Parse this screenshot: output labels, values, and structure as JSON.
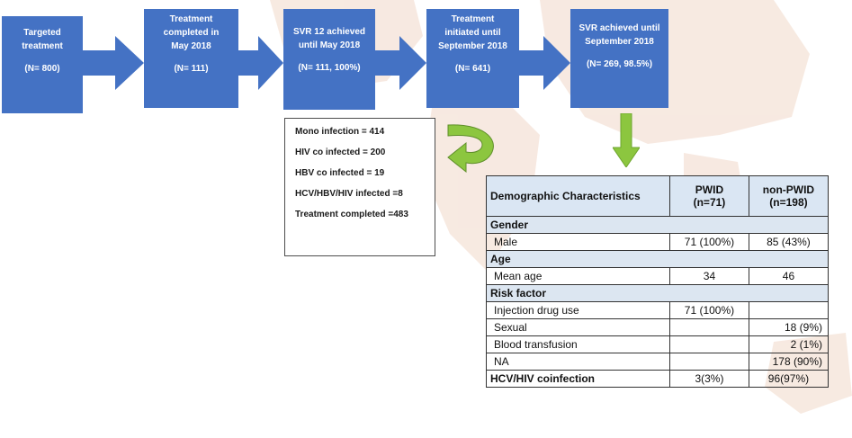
{
  "flow": {
    "boxes": [
      {
        "lines": [
          "Targeted",
          "treatment"
        ],
        "count": "(N= 800)"
      },
      {
        "lines": [
          "Treatment",
          "completed in",
          "May 2018"
        ],
        "count": "(N= 111)"
      },
      {
        "lines": [
          "SVR 12 achieved",
          "until May 2018"
        ],
        "count": "(N= 111, 100%)"
      },
      {
        "lines": [
          "Treatment",
          "initiated until",
          "September 2018"
        ],
        "count": "(N= 641)"
      },
      {
        "lines": [
          "SVR achieved until",
          "September 2018"
        ],
        "count": "(N= 269, 98.5%)"
      }
    ],
    "box_color": "#4472c4",
    "arrow_color": "#4472c4"
  },
  "infection_box": {
    "items": [
      "Mono infection = 414",
      "HIV co infected = 200",
      "HBV co infected = 19",
      "HCV/HBV/HIV infected =8",
      "Treatment completed =483"
    ]
  },
  "green_arrow_color": "#8cc63f",
  "table": {
    "headers": [
      "Demographic Characteristics",
      "PWID",
      "(n=71)",
      "non-PWID",
      "(n=198)"
    ],
    "rows": [
      {
        "type": "section",
        "label": "Gender"
      },
      {
        "type": "row",
        "label": "Male",
        "pwid": "71 (100%)",
        "nonpwid": "85 (43%)"
      },
      {
        "type": "section",
        "label": "Age"
      },
      {
        "type": "row",
        "label": "Mean age",
        "pwid": "34",
        "nonpwid": "46"
      },
      {
        "type": "section",
        "label": "Risk factor"
      },
      {
        "type": "row",
        "label": "Injection drug use",
        "pwid": "71 (100%)",
        "nonpwid": ""
      },
      {
        "type": "row",
        "label": "Sexual",
        "pwid": "",
        "nonpwid": "18 (9%)"
      },
      {
        "type": "row",
        "label": "Blood transfusion",
        "pwid": "",
        "nonpwid": "2 (1%)"
      },
      {
        "type": "row",
        "label": "NA",
        "pwid": "",
        "nonpwid": "178 (90%)"
      },
      {
        "type": "bold",
        "label": "HCV/HIV coinfection",
        "pwid": "3(3%)",
        "nonpwid": "96(97%)"
      }
    ]
  }
}
